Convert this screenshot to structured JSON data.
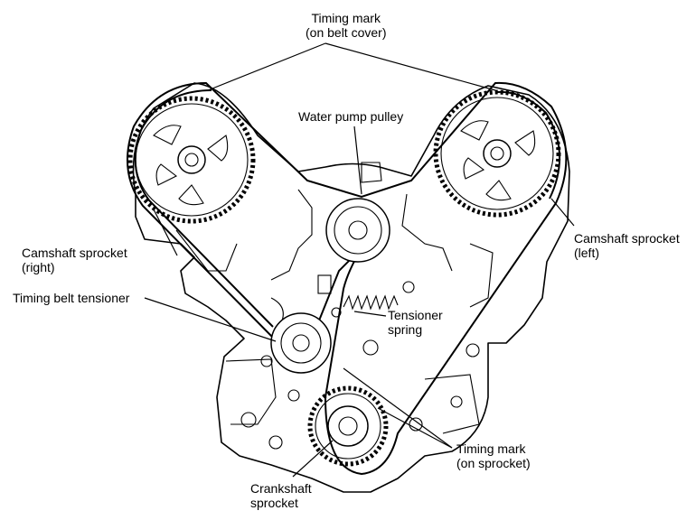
{
  "labels": {
    "timing_mark_cover": [
      "Timing mark",
      "(on belt cover)"
    ],
    "water_pump_pulley": "Water pump pulley",
    "camshaft_sprocket_right": [
      "Camshaft sprocket",
      "(right)"
    ],
    "camshaft_sprocket_left": [
      "Camshaft sprocket",
      "(left)"
    ],
    "timing_belt_tensioner": "Timing belt tensioner",
    "tensioner_spring": [
      "Tensioner",
      "spring"
    ],
    "timing_mark_sprocket": [
      "Timing mark",
      "(on sprocket)"
    ],
    "crankshaft_sprocket": [
      "Crankshaft",
      "sprocket"
    ]
  }
}
